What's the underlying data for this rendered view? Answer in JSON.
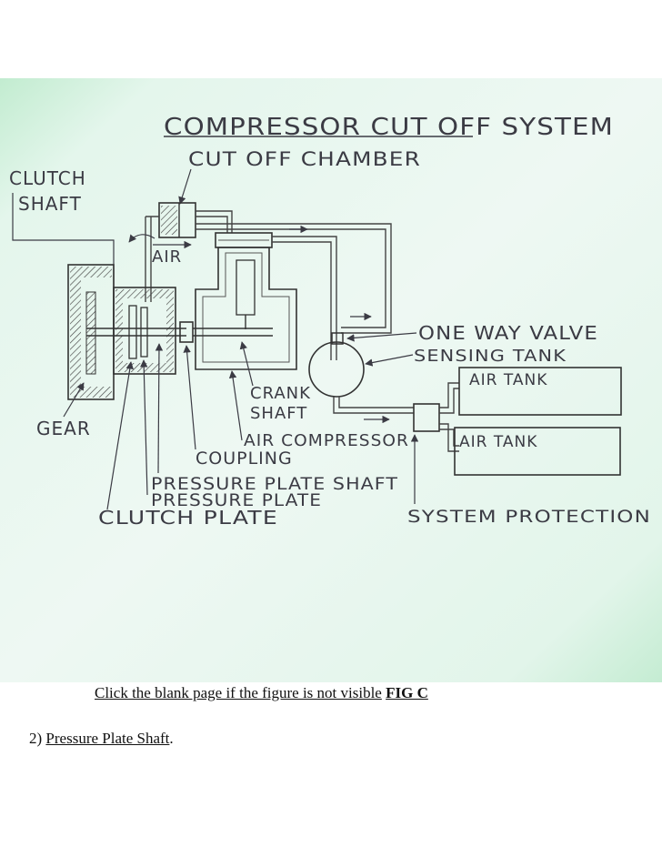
{
  "diagram": {
    "title": "COMPRESSOR CUT OFF SYSTEM",
    "labels": {
      "cut_off_chamber": "CUT OFF CHAMBER",
      "clutch_shaft_1": "CLUTCH",
      "clutch_shaft_2": "SHAFT",
      "air": "AIR",
      "one_way_valve": "ONE WAY VALVE",
      "sensing_tank": "SENSING TANK",
      "air_tank_1": "AIR TANK",
      "air_tank_2": "AIR TANK",
      "crank_shaft_1": "CRANK",
      "crank_shaft_2": "SHAFT",
      "gear": "GEAR",
      "air_compressor": "AIR COMPRESSOR",
      "coupling": "COUPLING",
      "pressure_plate_shaft": "PRESSURE PLATE SHAFT",
      "pressure_plate": "PRESSURE PLATE",
      "clutch_plate": "CLUTCH PLATE",
      "system_protection": "SYSTEM PROTECTION"
    }
  },
  "caption": {
    "text": "Click the blank page if the figure is not visible",
    "fig": "FIG C"
  },
  "list_item": {
    "number": "2)",
    "text": "Pressure Plate Shaft",
    "end": "."
  }
}
